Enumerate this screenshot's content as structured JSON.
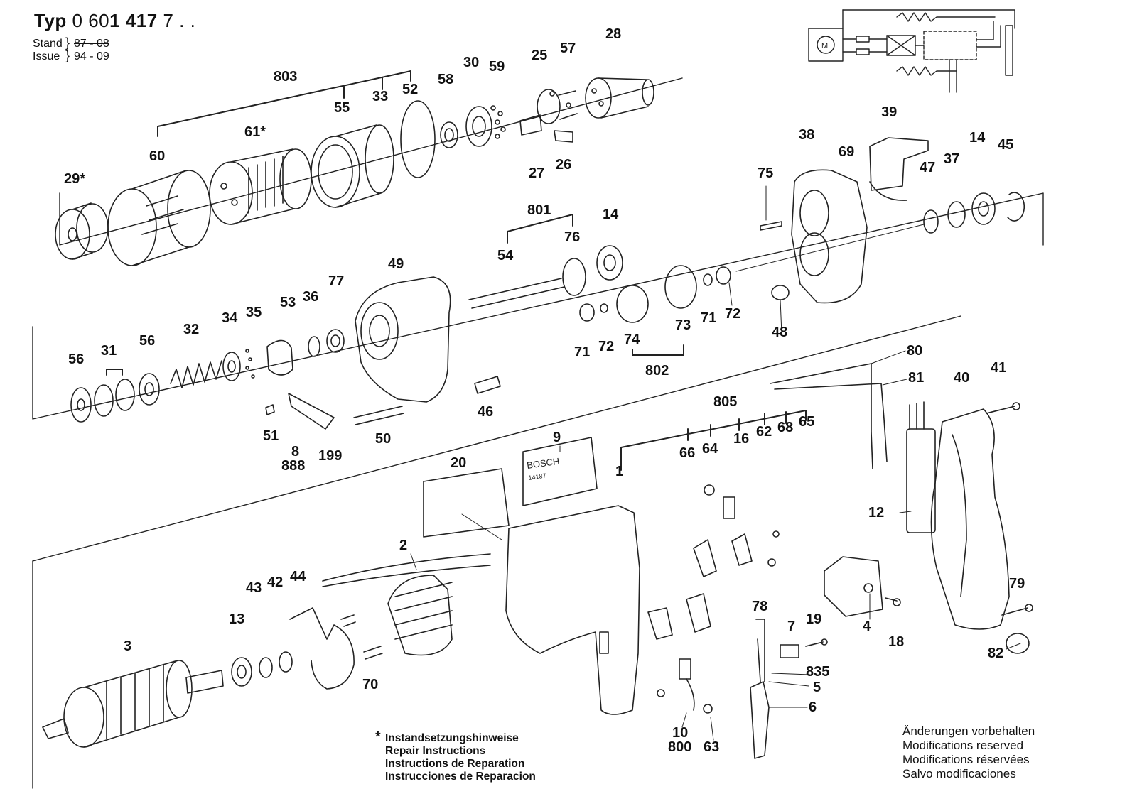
{
  "header": {
    "typ_label": "Typ",
    "typ_prefix": "0 60",
    "typ_bold": "1 417",
    "typ_suffix": " 7 . .",
    "stand_label": "Stand",
    "stand_value": "87 - 08",
    "issue_label": "Issue",
    "issue_value": "94 - 09"
  },
  "diagram": {
    "colors": {
      "line": "#222222",
      "paper": "#ffffff"
    },
    "part_labels": [
      "803",
      "55",
      "33",
      "52",
      "58",
      "30",
      "59",
      "25",
      "57",
      "28",
      "61*",
      "60",
      "29*",
      "27",
      "26",
      "39",
      "38",
      "69",
      "75",
      "47",
      "37",
      "14",
      "45",
      "801",
      "76",
      "54",
      "14",
      "49",
      "77",
      "36",
      "53",
      "35",
      "34",
      "32",
      "56",
      "31",
      "56",
      "71",
      "72",
      "74",
      "73",
      "71",
      "72",
      "48",
      "802",
      "46",
      "50",
      "51",
      "8",
      "888",
      "199",
      "80",
      "81",
      "805",
      "40",
      "41",
      "9",
      "20",
      "66",
      "64",
      "16",
      "62",
      "68",
      "65",
      "1",
      "12",
      "2",
      "43",
      "42",
      "44",
      "13",
      "3",
      "70",
      "78",
      "7",
      "19",
      "4",
      "18",
      "835",
      "5",
      "6",
      "79",
      "82",
      "10",
      "800",
      "63"
    ],
    "badge_text": "BOSCH",
    "badge_number": "14187",
    "schematic_motor": "M"
  },
  "notes": {
    "star": "*",
    "repair_lines": [
      "Instandsetzungshinweise",
      "Repair Instructions",
      "Instructions de Reparation",
      "Instrucciones de Reparacion"
    ],
    "modification_lines": [
      "Änderungen vorbehalten",
      "Modifications reserved",
      "Modifications réservées",
      "Salvo modificaciones"
    ]
  }
}
